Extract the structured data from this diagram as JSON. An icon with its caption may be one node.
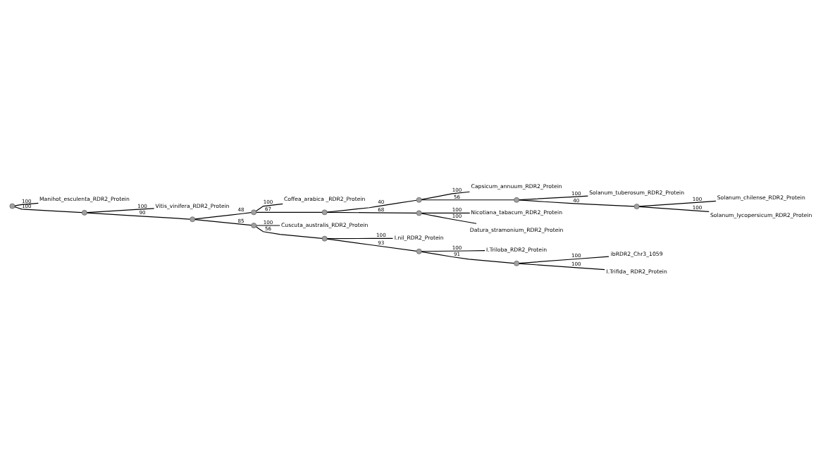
{
  "diagram": {
    "nodes": [
      {
        "text": [
          "ibRDR2_Chr3_1059"
        ]
      },
      {
        "text": [
          "I.Trifida_ RDR2_Protein"
        ]
      },
      {
        "text": [
          "I.Triloba_RDR2_Protein"
        ]
      },
      {
        "text": [
          "I.nil_RDR2_Protein"
        ]
      },
      {
        "text": [
          "Cuscuta_australis_RDR2_Protein"
        ]
      },
      {
        "text": [
          "Nicotiana_tabacum_RDR2_Protein"
        ]
      },
      {
        "text": [
          "Datura_stramonium_RDR2_Protein"
        ]
      },
      {
        "text": [
          "Capsicum_annuum_RDR2_Protein"
        ]
      },
      {
        "text": [
          "Solanum_tuberosum_RDR2_Protein"
        ]
      },
      {
        "text": [
          "Solanum_chilense_RDR2_Protein"
        ]
      },
      {
        "text": [
          "Solanum_lycopersicum_RDR2_Protein"
        ]
      },
      {
        "text": [
          "Coffea_arabica _RDR2_Protein"
        ]
      },
      {
        "text": [
          "Vitis_vinifera_RDR2_Protein"
        ]
      },
      {
        "text": [
          "Manihot_esculenta_RDR2_Protein"
        ]
      },
      {
        "text": [],
        "shape": "circle"
      },
      {
        "text": [],
        "shape": "circle"
      },
      {
        "text": [],
        "shape": "circle"
      },
      {
        "text": [],
        "shape": "circle"
      },
      {
        "text": [],
        "shape": "circle"
      },
      {
        "text": [],
        "shape": "circle"
      },
      {
        "text": [],
        "shape": "circle"
      },
      {
        "text": [],
        "shape": "circle"
      },
      {
        "text": [],
        "shape": "circle"
      },
      {
        "text": [],
        "shape": "circle"
      },
      {
        "text": [],
        "shape": "circle"
      },
      {
        "text": [],
        "shape": "circle"
      },
      {
        "text": [],
        "shape": "circle"
      }
    ],
    "edges": [
      {
        "from": 14,
        "to": 15,
        "arrow": "none",
        "label": "100"
      },
      {
        "from": 14,
        "to": 13,
        "arrow": "none",
        "label": "100"
      },
      {
        "from": 15,
        "to": 16,
        "arrow": "none",
        "label": "90"
      },
      {
        "from": 15,
        "to": 12,
        "arrow": "none",
        "label": "100"
      },
      {
        "from": 16,
        "to": 18,
        "arrow": "none",
        "label": "85"
      },
      {
        "from": 16,
        "to": 17,
        "arrow": "none",
        "label": "48"
      },
      {
        "from": 18,
        "to": 20,
        "arrow": "none",
        "label": "56"
      },
      {
        "from": 18,
        "to": 4,
        "arrow": "none",
        "label": "100"
      },
      {
        "from": 20,
        "to": 24,
        "arrow": "none",
        "label": "93"
      },
      {
        "from": 20,
        "to": 3,
        "arrow": "none",
        "label": "100"
      },
      {
        "from": 24,
        "to": 26,
        "arrow": "none",
        "label": "91"
      },
      {
        "from": 24,
        "to": 2,
        "arrow": "none",
        "label": "100"
      },
      {
        "from": 26,
        "to": 0,
        "arrow": "none",
        "label": "100"
      },
      {
        "from": 26,
        "to": 1,
        "arrow": "none",
        "label": "100"
      },
      {
        "from": 17,
        "to": 19,
        "arrow": "none",
        "label": "67"
      },
      {
        "from": 17,
        "to": 11,
        "arrow": "none",
        "label": "100"
      },
      {
        "from": 19,
        "to": 22,
        "arrow": "none",
        "label": "68"
      },
      {
        "from": 19,
        "to": 21,
        "arrow": "none",
        "label": "40"
      },
      {
        "from": 22,
        "to": 5,
        "arrow": "none",
        "label": "100"
      },
      {
        "from": 22,
        "to": 6,
        "arrow": "none",
        "label": "100"
      },
      {
        "from": 21,
        "to": 7,
        "arrow": "none",
        "label": "100"
      },
      {
        "from": 21,
        "to": 23,
        "arrow": "none",
        "label": "56"
      },
      {
        "from": 23,
        "to": 8,
        "arrow": "none",
        "label": "100"
      },
      {
        "from": 23,
        "to": 25,
        "arrow": "none",
        "label": "40"
      },
      {
        "from": 25,
        "to": 9,
        "arrow": "none",
        "label": "100"
      },
      {
        "from": 25,
        "to": 10,
        "arrow": "none",
        "label": "100"
      }
    ]
  }
}
